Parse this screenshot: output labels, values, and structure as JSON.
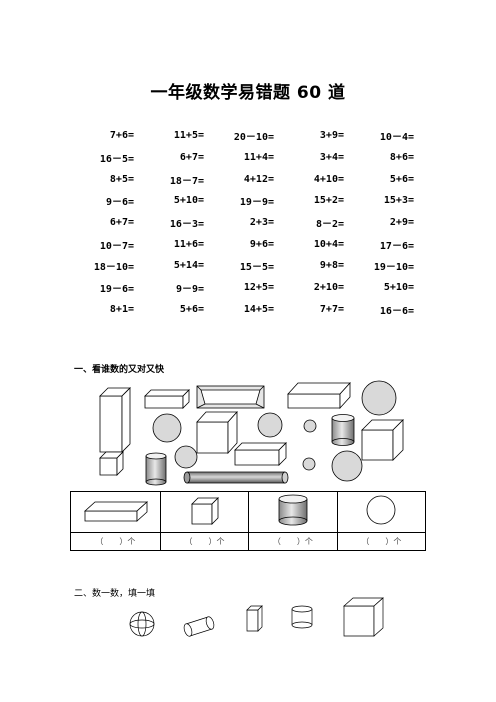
{
  "title": "一年级数学易错题 60 道",
  "problems": [
    [
      "7+6=",
      "11+5=",
      "20－10=",
      "3+9=",
      "10－4="
    ],
    [
      "16－5=",
      "6+7=",
      "11+4=",
      "3+4=",
      "8+6="
    ],
    [
      "8+5=",
      "18－7=",
      "4+12=",
      "4+10=",
      "5+6="
    ],
    [
      "9－6=",
      "5+10=",
      "19－9=",
      "15+2=",
      "15+3="
    ],
    [
      "6+7=",
      "16－3=",
      "2+3=",
      "8－2=",
      "2+9="
    ],
    [
      "10－7=",
      "11+6=",
      "9+6=",
      "10+4=",
      "17－6="
    ],
    [
      "18－10=",
      "5+14=",
      "15－5=",
      "9+8=",
      "19－10="
    ],
    [
      "19－6=",
      "9－9=",
      "12+5=",
      "2+10=",
      "5+10="
    ],
    [
      "8+1=",
      "5+6=",
      "14+5=",
      "7+7=",
      "16－6="
    ]
  ],
  "section1": {
    "heading": "一、看谁数的又对又快",
    "table_labels": [
      "（　　）个",
      "（　　）个",
      "（　　）个",
      "（　　）个"
    ],
    "table_shape_icons": [
      "cuboid-icon",
      "cube-icon",
      "cylinder-icon",
      "sphere-icon"
    ]
  },
  "section2": {
    "heading": "二、数一数，填一填"
  },
  "colors": {
    "shape_fill": "#ffffff",
    "sphere_fill": "#d9d9d9",
    "cylinder_fill": "#bdbdbd",
    "stroke": "#000000"
  }
}
